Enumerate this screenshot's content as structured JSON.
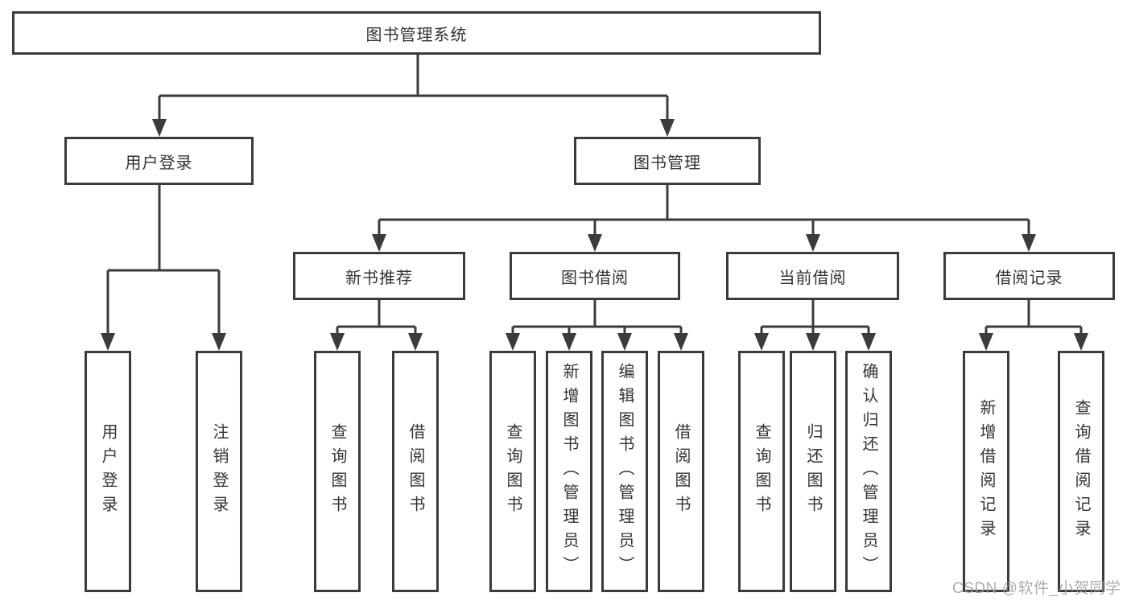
{
  "nodes": {
    "root": "图书管理系统",
    "user_login": "用户登录",
    "book_management": "图书管理",
    "new_book_recommendation": "新书推荐",
    "book_borrowing": "图书借阅",
    "current_borrowing": "当前借阅",
    "borrowing_records": "借阅记录",
    "leaf_user_login": "用户登录",
    "leaf_logout": "注销登录",
    "leaf_nb_query_books": "查询图书",
    "leaf_nb_borrow_books": "借阅图书",
    "leaf_bb_query_books": "查询图书",
    "leaf_bb_add_books": "新增图书（管理员）",
    "leaf_bb_edit_books": "编辑图书（管理员）",
    "leaf_bb_borrow_books": "借阅图书",
    "leaf_cb_query_books": "查询图书",
    "leaf_cb_return_books": "归还图书",
    "leaf_cb_confirm_return": "确认归还（管理员）",
    "leaf_br_add_record": "新增借阅记录",
    "leaf_br_query_record": "查询借阅记录"
  },
  "watermark": "CSDN @软件_小贺同学",
  "colors": {
    "line": "#3b3b3b",
    "text": "#333333",
    "background": "#ffffff",
    "watermark": "#a09c9c"
  }
}
